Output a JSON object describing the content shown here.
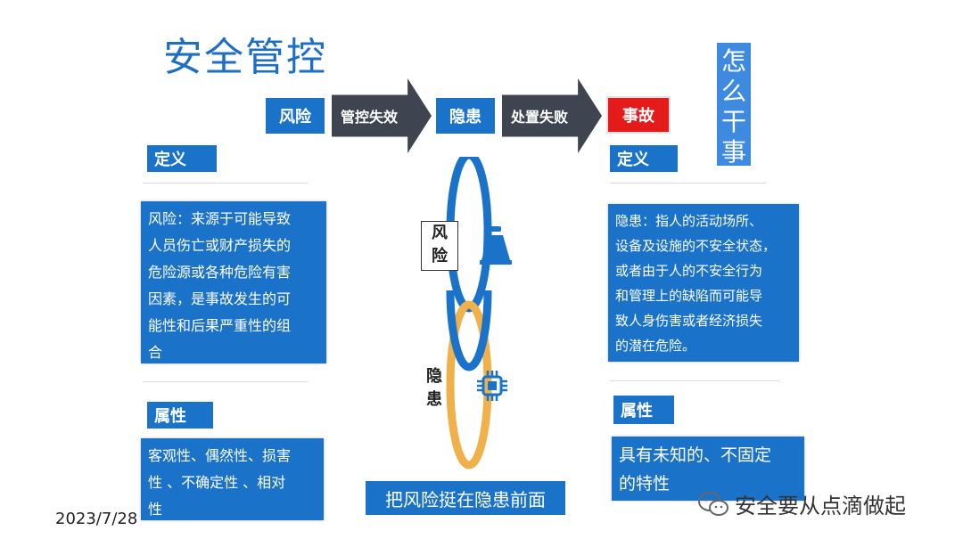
{
  "title": "安全管控",
  "flow": {
    "risk": "风险",
    "control_fail": "管控失效",
    "hazard": "隐患",
    "handle_fail": "处置失败",
    "accident": "事故"
  },
  "side_vertical": [
    "怎",
    "么",
    "干",
    "事"
  ],
  "left": {
    "definition_tag": "定义",
    "definition_lines": [
      "风险：来源于可能导致",
      "人员伤亡或财产损失的",
      "危险源或各种危险有害",
      "因素，是事故发生的可",
      "能性和后果严重性的组",
      "合"
    ],
    "attribute_tag": "属性",
    "attribute_lines": [
      "客观性、偶然性、损害",
      "性 、不确定性 、相对",
      "性"
    ]
  },
  "right": {
    "definition_tag": "定义",
    "definition_lines": [
      "隐患：指人的活动场所、",
      "设备及设施的不安全状态，",
      "或者由于人的不安全行为",
      "和管理上的缺陷而可能导",
      "致人身伤害或者经济损失",
      "的潜在危险。"
    ],
    "attribute_tag": "属性",
    "attribute_lines": [
      "具有未知的、不固定",
      "的特性"
    ]
  },
  "center": {
    "risk_label": [
      "风",
      "险"
    ],
    "hazard_label": [
      "隐",
      "患"
    ],
    "icons": [
      "weight-icon",
      "chip-icon"
    ],
    "colors": {
      "blue_ring": "#1a73c9",
      "orange_ring": "#f0b04a"
    }
  },
  "bottom_banner": "把风险挺在隐患前面",
  "date": "2023/7/28",
  "watermark": "安全要从点滴做起"
}
